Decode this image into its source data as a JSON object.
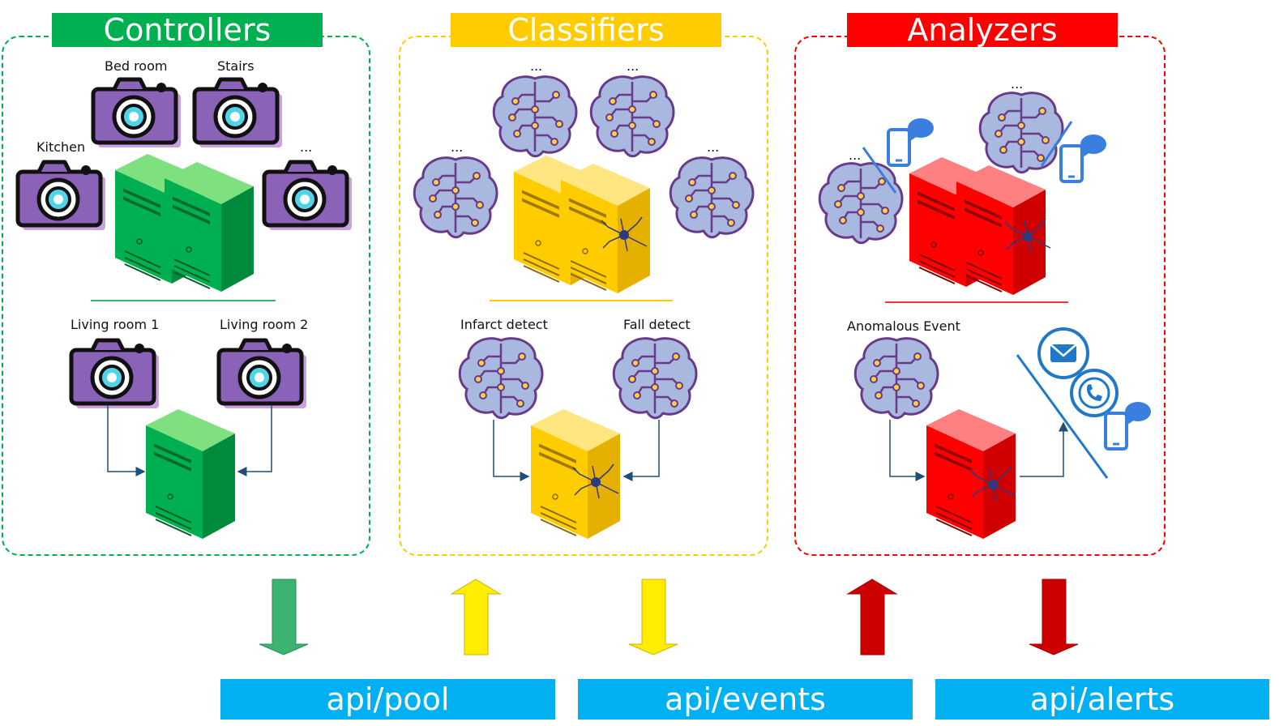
{
  "sections": {
    "controllers": {
      "title": "Controllers",
      "color": "#00b050"
    },
    "classifiers": {
      "title": "Classifiers",
      "color": "#ffcc00"
    },
    "analyzers": {
      "title": "Analyzers",
      "color": "#ff0000"
    }
  },
  "labels": {
    "bed_room": "Bed room",
    "stairs": "Stairs",
    "kitchen": "Kitchen",
    "cam_more": "...",
    "living_room_1": "Living room 1",
    "living_room_2": "Living room 2",
    "brain_more": "...",
    "infarct_detect": "Infarct detect",
    "fall_detect": "Fall detect",
    "anomalous_event": "Anomalous Event"
  },
  "apis": {
    "pool": "api/pool",
    "events": "api/events",
    "alerts": "api/alerts"
  },
  "icons": {
    "camera": "camera-icon",
    "server": "server-icon",
    "brain": "brain-icon",
    "phone": "phone-chat-icon",
    "email": "email-icon",
    "call": "call-icon"
  }
}
